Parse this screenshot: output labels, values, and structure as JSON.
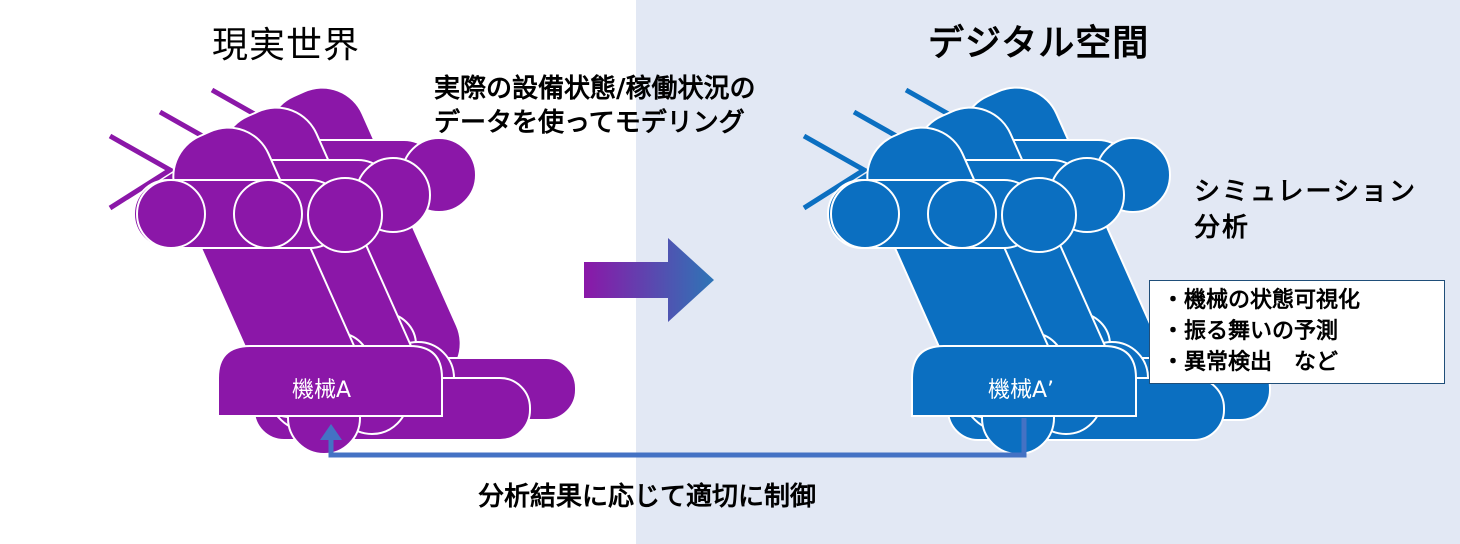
{
  "titles": {
    "real": "現実世界",
    "digital": "デジタル空間"
  },
  "captions": {
    "modeling_line1": "実際の設備状態/稼働状況の",
    "modeling_line2": "データを使ってモデリング",
    "simulation_line1": "シミュレーション",
    "simulation_line2": "分析",
    "control": "分析結果に応じて適切に制御"
  },
  "machines": {
    "real": "機械A",
    "digital": "機械A’"
  },
  "outcomes": [
    "・機械の状態可視化",
    "・振る舞いの予測",
    "・異常検出　など"
  ],
  "colors": {
    "real_robot": "#8b17a8",
    "digital_robot": "#0b6fc1",
    "digital_background": "#e2e8f4",
    "feedback_arrow": "#4472c4"
  },
  "icons": {
    "robot": "robot-arm-icon",
    "arrow": "arrow-right-icon"
  }
}
